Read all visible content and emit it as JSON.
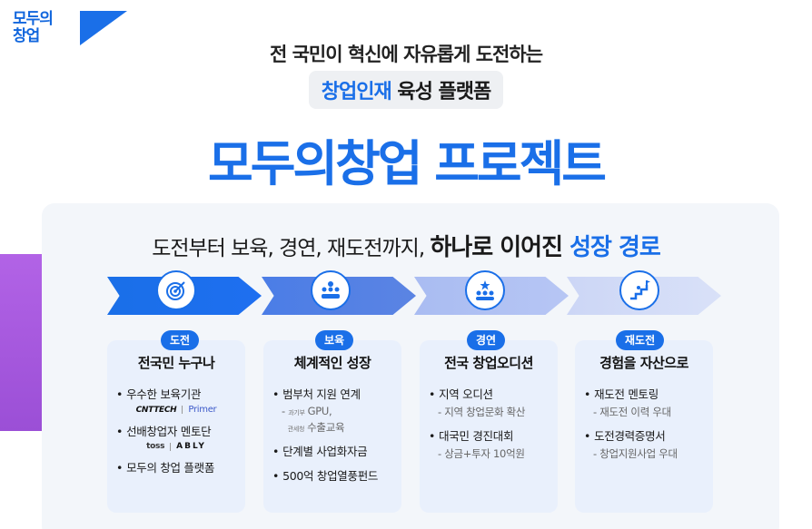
{
  "logo": {
    "line1": "모두의",
    "line2": "창업"
  },
  "header": {
    "subtitle": "전 국민이 혁신에 자유롭게 도전하는",
    "badge_highlight": "창업인재",
    "badge_rest": " 육성 플랫폼",
    "title": "모두의창업 프로젝트"
  },
  "path": {
    "prefix": "도전부터 보육, 경연, 재도전까지, ",
    "strong": "하나로 이어진 ",
    "blue": "성장 경로"
  },
  "stages": [
    {
      "tag": "도전",
      "icon": "target-icon",
      "title": "전국민 누구나",
      "items": [
        {
          "text": "우수한 보육기관",
          "brands": [
            "CNTTECH",
            "Primer"
          ]
        },
        {
          "text": "선배창업자 멘토단",
          "brands": [
            "toss",
            "ABLY"
          ]
        },
        {
          "text": "모두의 창업 플랫폼"
        }
      ]
    },
    {
      "tag": "보육",
      "icon": "group-icon",
      "title": "체계적인 성장",
      "items": [
        {
          "text": "범부처 지원 연계",
          "subs": [
            {
              "small": "과기부",
              "text": "GPU,"
            },
            {
              "small": "관세청",
              "text": "수출교육"
            }
          ]
        },
        {
          "text": "단계별 사업화자금"
        },
        {
          "text": "500억 창업열풍펀드"
        }
      ]
    },
    {
      "tag": "경연",
      "icon": "audience-icon",
      "title": "전국 창업오디션",
      "items": [
        {
          "text": "지역 오디션",
          "sub": "지역 창업문화 확산"
        },
        {
          "text": "대국민 경진대회",
          "sub": "상금+투자 10억원"
        }
      ]
    },
    {
      "tag": "재도전",
      "icon": "climb-icon",
      "title": "경험을 자산으로",
      "items": [
        {
          "text": "재도전 멘토링",
          "sub": "재도전 이력 우대"
        },
        {
          "text": "도전경력증명서",
          "sub": "창업지원사업 우대"
        }
      ]
    }
  ],
  "colors": {
    "accent": "#1a6fe8",
    "purple": "#b263e6"
  }
}
